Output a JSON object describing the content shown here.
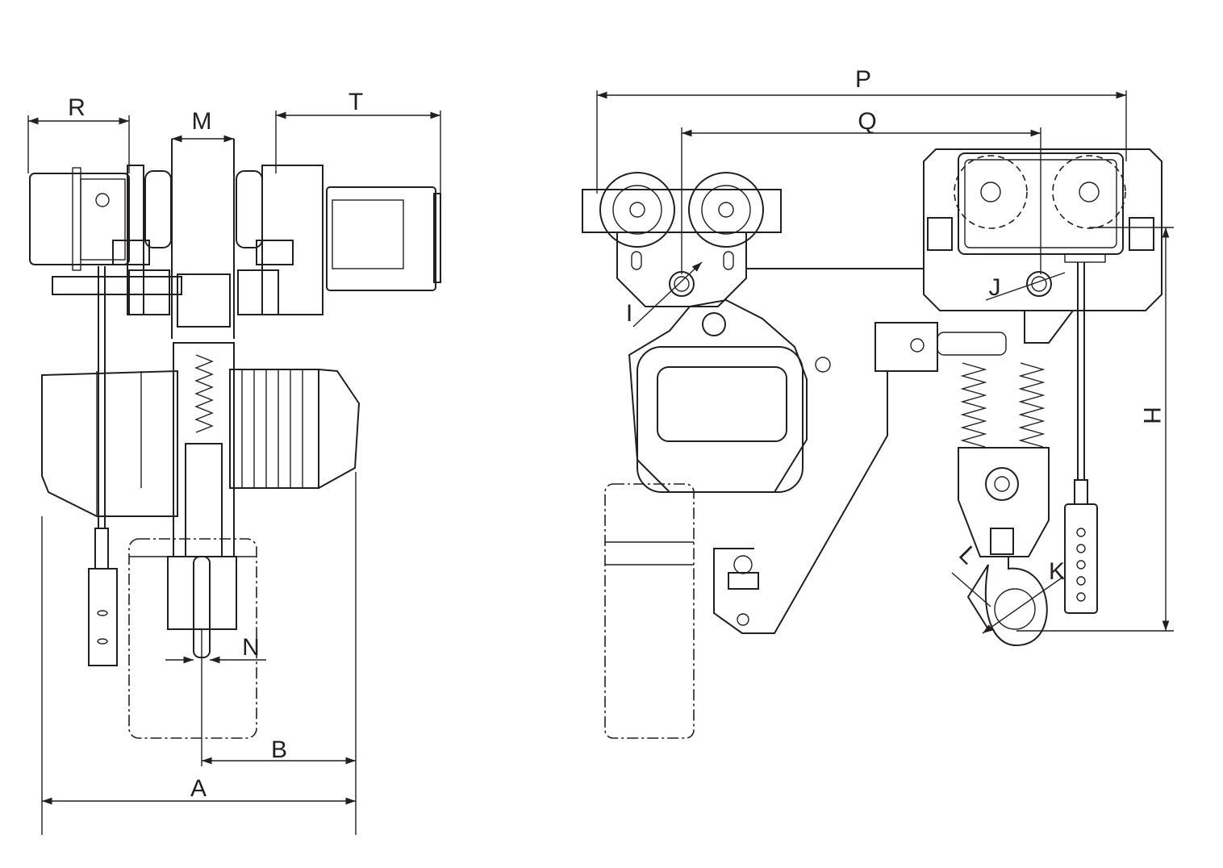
{
  "title": "Electric chain hoist with motorized trolley - dimension drawing",
  "line_color": "#231f20",
  "dimensions": {
    "R": "R",
    "M": "M",
    "T": "T",
    "N": "N",
    "B": "B",
    "A": "A",
    "P": "P",
    "Q": "Q",
    "I": "I",
    "J": "J",
    "H": "H",
    "L": "L",
    "K": "K"
  }
}
